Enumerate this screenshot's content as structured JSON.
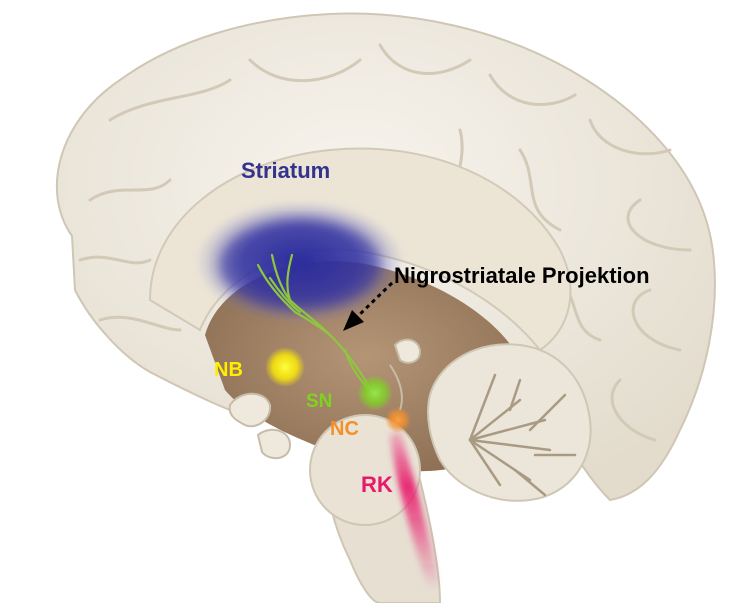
{
  "labels": {
    "striatum": "Striatum",
    "projection": "Nigrostriatale Projektion",
    "nb": "NB",
    "sn": "SN",
    "nc": "NC",
    "rk": "RK"
  },
  "colors": {
    "background": "#ffffff",
    "cortex": "#ece7dc",
    "cortex_outline": "#cfc6b4",
    "midbrain_tissue": "#9d7f62",
    "brainstem": "#e6dfd2",
    "striatum_glow": "#2e2e9e",
    "striatum_text": "#33338f",
    "projection_text": "#000000",
    "nb": "#ffee00",
    "sn": "#7ed321",
    "nc": "#f4902a",
    "rk": "#e8196b",
    "fiber": "#8ec63f"
  }
}
